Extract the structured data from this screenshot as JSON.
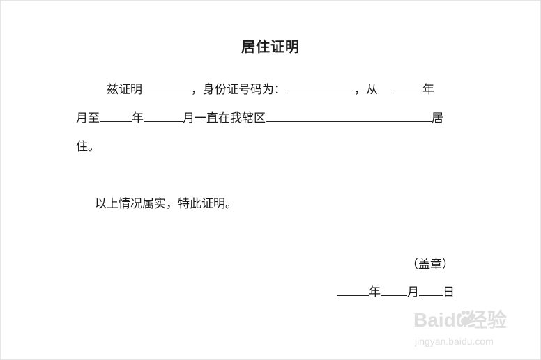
{
  "document": {
    "title": "居住证明",
    "line1": {
      "part1": "兹证明",
      "part2": "，身份证号码为：",
      "part3": "，从",
      "part4": "年"
    },
    "line2": {
      "part1": "月至",
      "part2": "年",
      "part3": "月一直在我辖区",
      "part4": "居"
    },
    "line3": "住。",
    "statement": "以上情况属实，特此证明。",
    "seal_label": "（盖章）",
    "date": {
      "year": "年",
      "month": "月",
      "day": "日"
    }
  },
  "watermark": {
    "brand": "Baidu经验",
    "url": "jingyan.baidu.com"
  }
}
